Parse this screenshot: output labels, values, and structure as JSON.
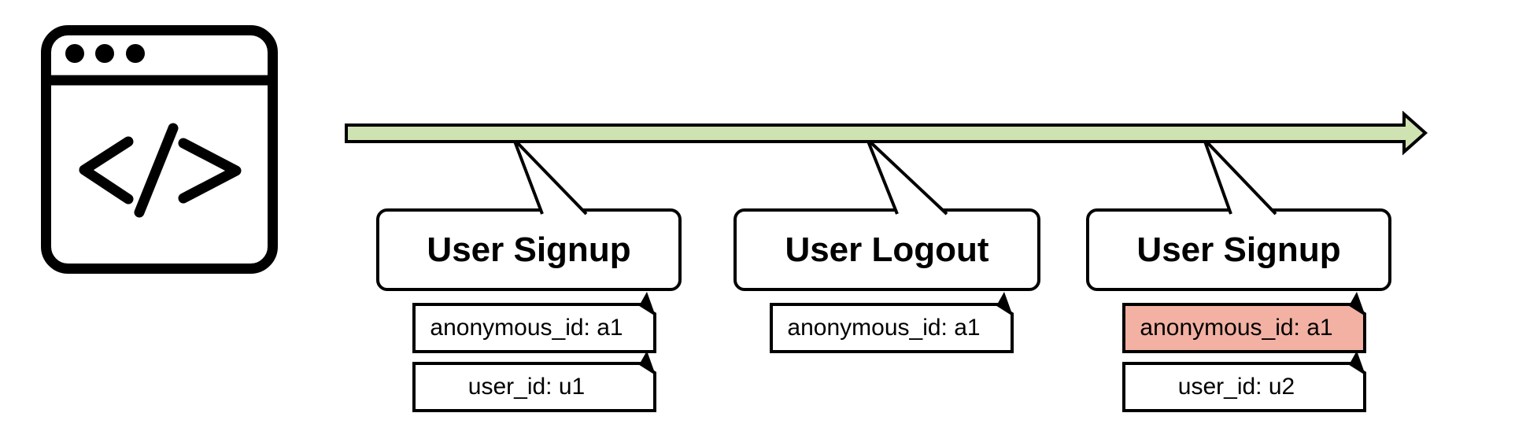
{
  "colors": {
    "timeline_fill": "#cfe2b2",
    "highlight_fill": "#f2b1a3",
    "stroke": "#000000",
    "background": "#ffffff"
  },
  "icons": {
    "top_left": "browser-window-code-icon",
    "note_corner": "folded-corner-icon",
    "timeline": "right-arrow"
  },
  "events": [
    {
      "title": "User Signup",
      "properties": [
        {
          "label": "anonymous_id: a1",
          "highlighted": false
        },
        {
          "label": "user_id: u1",
          "highlighted": false
        }
      ]
    },
    {
      "title": "User Logout",
      "properties": [
        {
          "label": "anonymous_id: a1",
          "highlighted": false
        }
      ]
    },
    {
      "title": "User Signup",
      "properties": [
        {
          "label": "anonymous_id: a1",
          "highlighted": true
        },
        {
          "label": "user_id: u2",
          "highlighted": false
        }
      ]
    }
  ]
}
